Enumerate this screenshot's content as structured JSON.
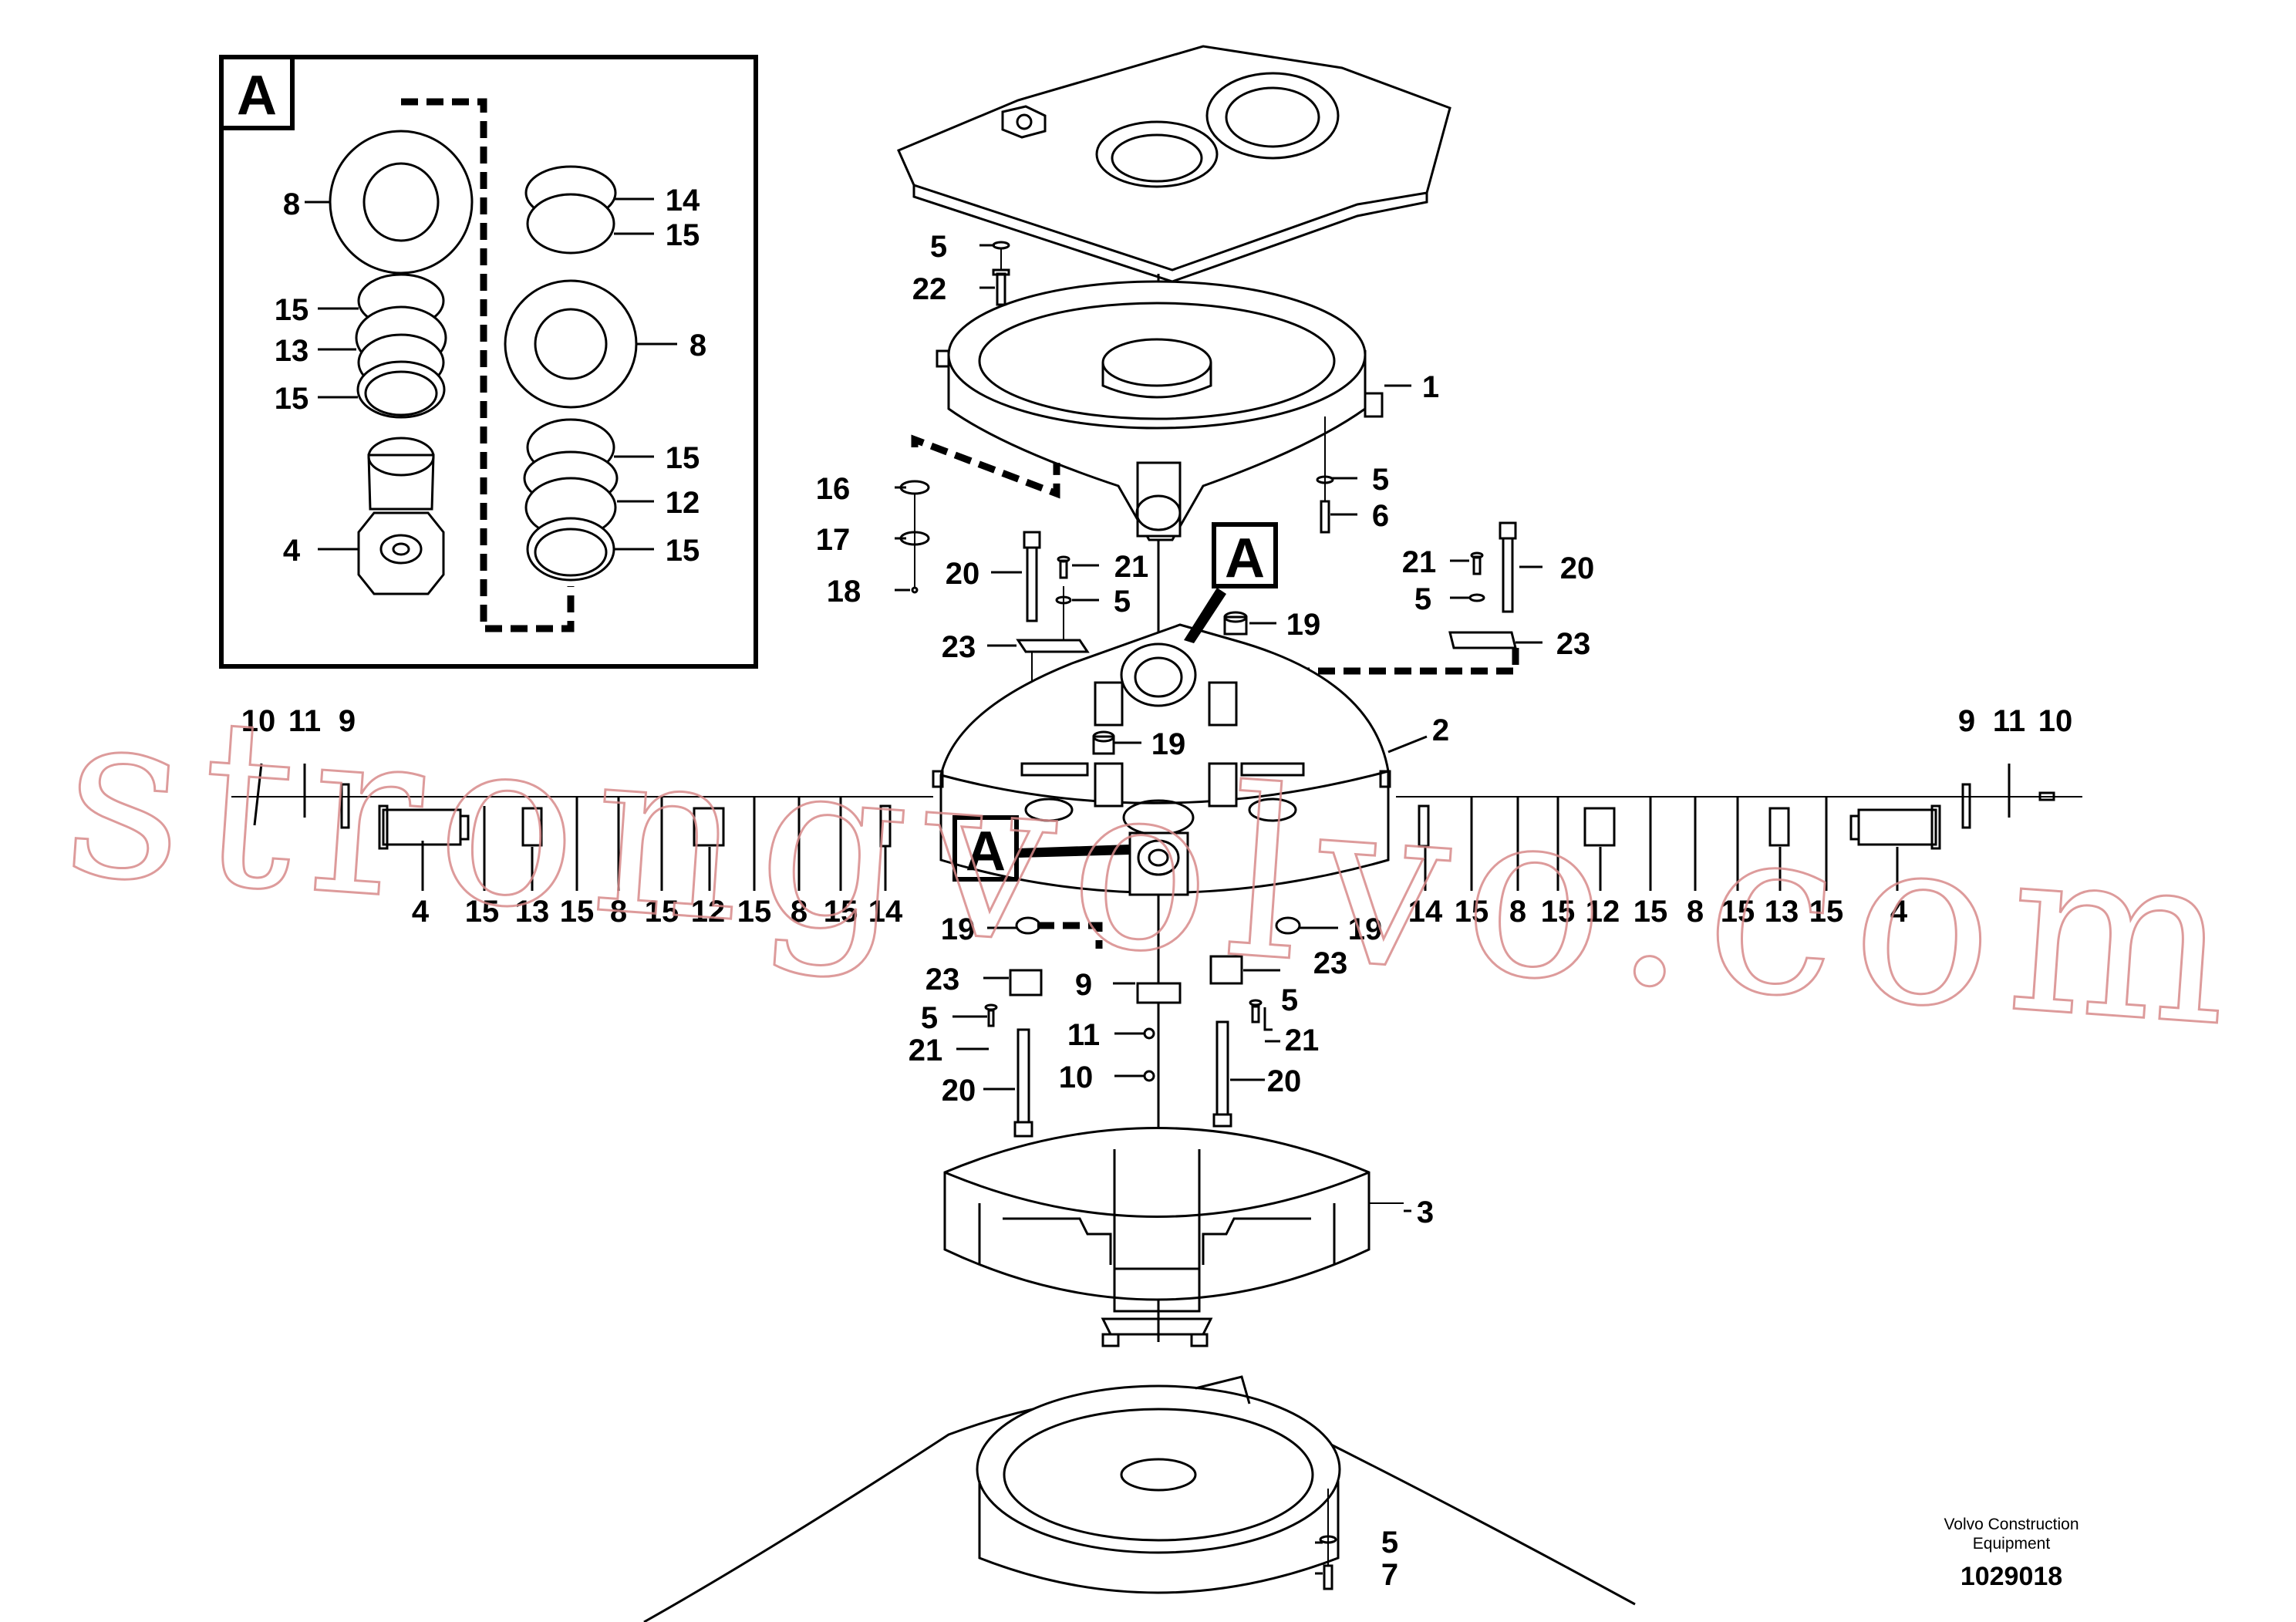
{
  "inset": {
    "label": "A",
    "callouts": {
      "l8": "8",
      "l15a": "15",
      "l13": "13",
      "l15b": "15",
      "l4": "4",
      "r14": "14",
      "r15a": "15",
      "r8": "8",
      "r15b": "15",
      "r12": "12",
      "r15c": "15"
    }
  },
  "markers": {
    "a_upper": "A",
    "a_lower": "A"
  },
  "callouts": {
    "c5_top": "5",
    "c22": "22",
    "c1": "1",
    "c5_r": "5",
    "c6": "6",
    "c16": "16",
    "c17": "17",
    "c18": "18",
    "c20_l": "20",
    "c21_l": "21",
    "c5_l": "5",
    "c23_l": "23",
    "c19_top": "19",
    "c21_r": "21",
    "c20_r": "20",
    "c5_rr": "5",
    "c23_r": "23",
    "c2": "2",
    "c19_mid": "19",
    "c10_l": "10",
    "c11_l": "11",
    "c9_l": "9",
    "c9_r": "9",
    "c11_r": "11",
    "c10_r": "10",
    "c19_bl": "19",
    "c19_br": "19",
    "c23_bl": "23",
    "c23_br": "23",
    "c5_bl": "5",
    "c21_bl": "21",
    "c20_bl": "20",
    "c9_b": "9",
    "c11_b": "11",
    "c10_b": "10",
    "c5_br": "5",
    "c21_br": "21",
    "c20_br": "20",
    "c3": "3",
    "c5_bot": "5",
    "c7": "7"
  },
  "row_left": [
    "4",
    "15",
    "13",
    "15",
    "8",
    "15",
    "12",
    "15",
    "8",
    "15",
    "14"
  ],
  "row_right": [
    "14",
    "15",
    "8",
    "15",
    "12",
    "15",
    "8",
    "15",
    "13",
    "15",
    "4"
  ],
  "watermark": "strongvolvo.com",
  "footer": {
    "line1": "Volvo Construction",
    "line2": "Equipment",
    "number": "1029018"
  }
}
